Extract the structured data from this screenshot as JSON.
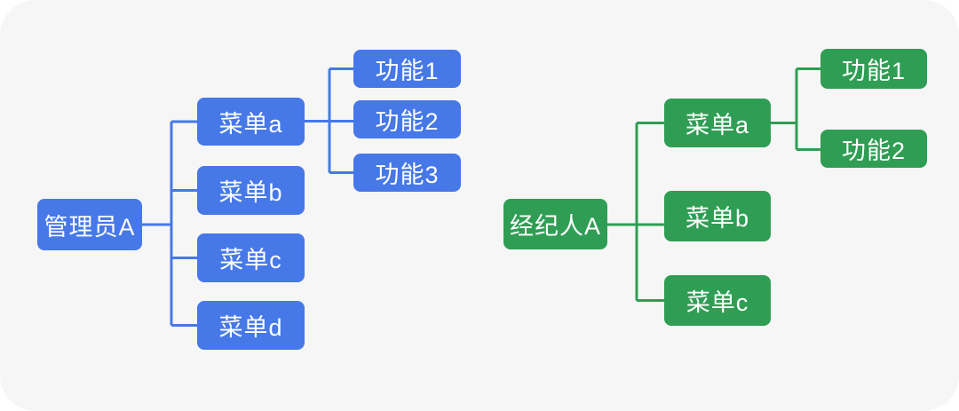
{
  "canvas": {
    "background_color": "#f6f6f7",
    "outer_background_color": "#ffffff"
  },
  "diagram_type": "organization-permission-tree",
  "trees": [
    {
      "id": "admin",
      "accent_color": "#4678e8",
      "root": {
        "label": "管理员A"
      },
      "menus": [
        {
          "label": "菜单a"
        },
        {
          "label": "菜单b"
        },
        {
          "label": "菜单c"
        },
        {
          "label": "菜单d"
        }
      ],
      "functions": [
        {
          "label": "功能1"
        },
        {
          "label": "功能2"
        },
        {
          "label": "功能3"
        }
      ]
    },
    {
      "id": "broker",
      "accent_color": "#2f9e54",
      "root": {
        "label": "经纪人A"
      },
      "menus": [
        {
          "label": "菜单a"
        },
        {
          "label": "菜单b"
        },
        {
          "label": "菜单c"
        }
      ],
      "functions": [
        {
          "label": "功能1"
        },
        {
          "label": "功能2"
        }
      ]
    }
  ]
}
